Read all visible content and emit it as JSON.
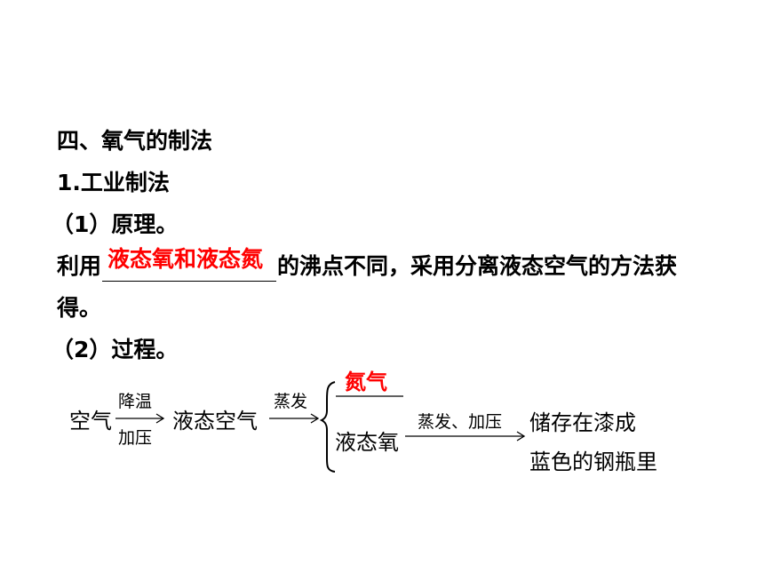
{
  "section_title": "四、氧气的制法",
  "subsection_title": "1.工业制法",
  "item1_heading": "（1）原理。",
  "principle": {
    "prefix": "利用",
    "answer": "液态氧和液态氮",
    "suffix": "的沸点不同，采用分离液态空气的方法获",
    "continuation": "得。"
  },
  "item2_heading": "（2）过程。",
  "process": {
    "start": "空气",
    "step1_top": "降温",
    "step1_bottom": "加压",
    "intermediate": "液态空气",
    "step2_top": "蒸发",
    "branch_upper_answer": "氮气",
    "branch_lower": "液态氧",
    "step3_top": "蒸发、加压",
    "result_line1": "储存在漆成",
    "result_line2": "蓝色的钢瓶里"
  },
  "colors": {
    "answer": "#ff0000",
    "text": "#000000"
  }
}
